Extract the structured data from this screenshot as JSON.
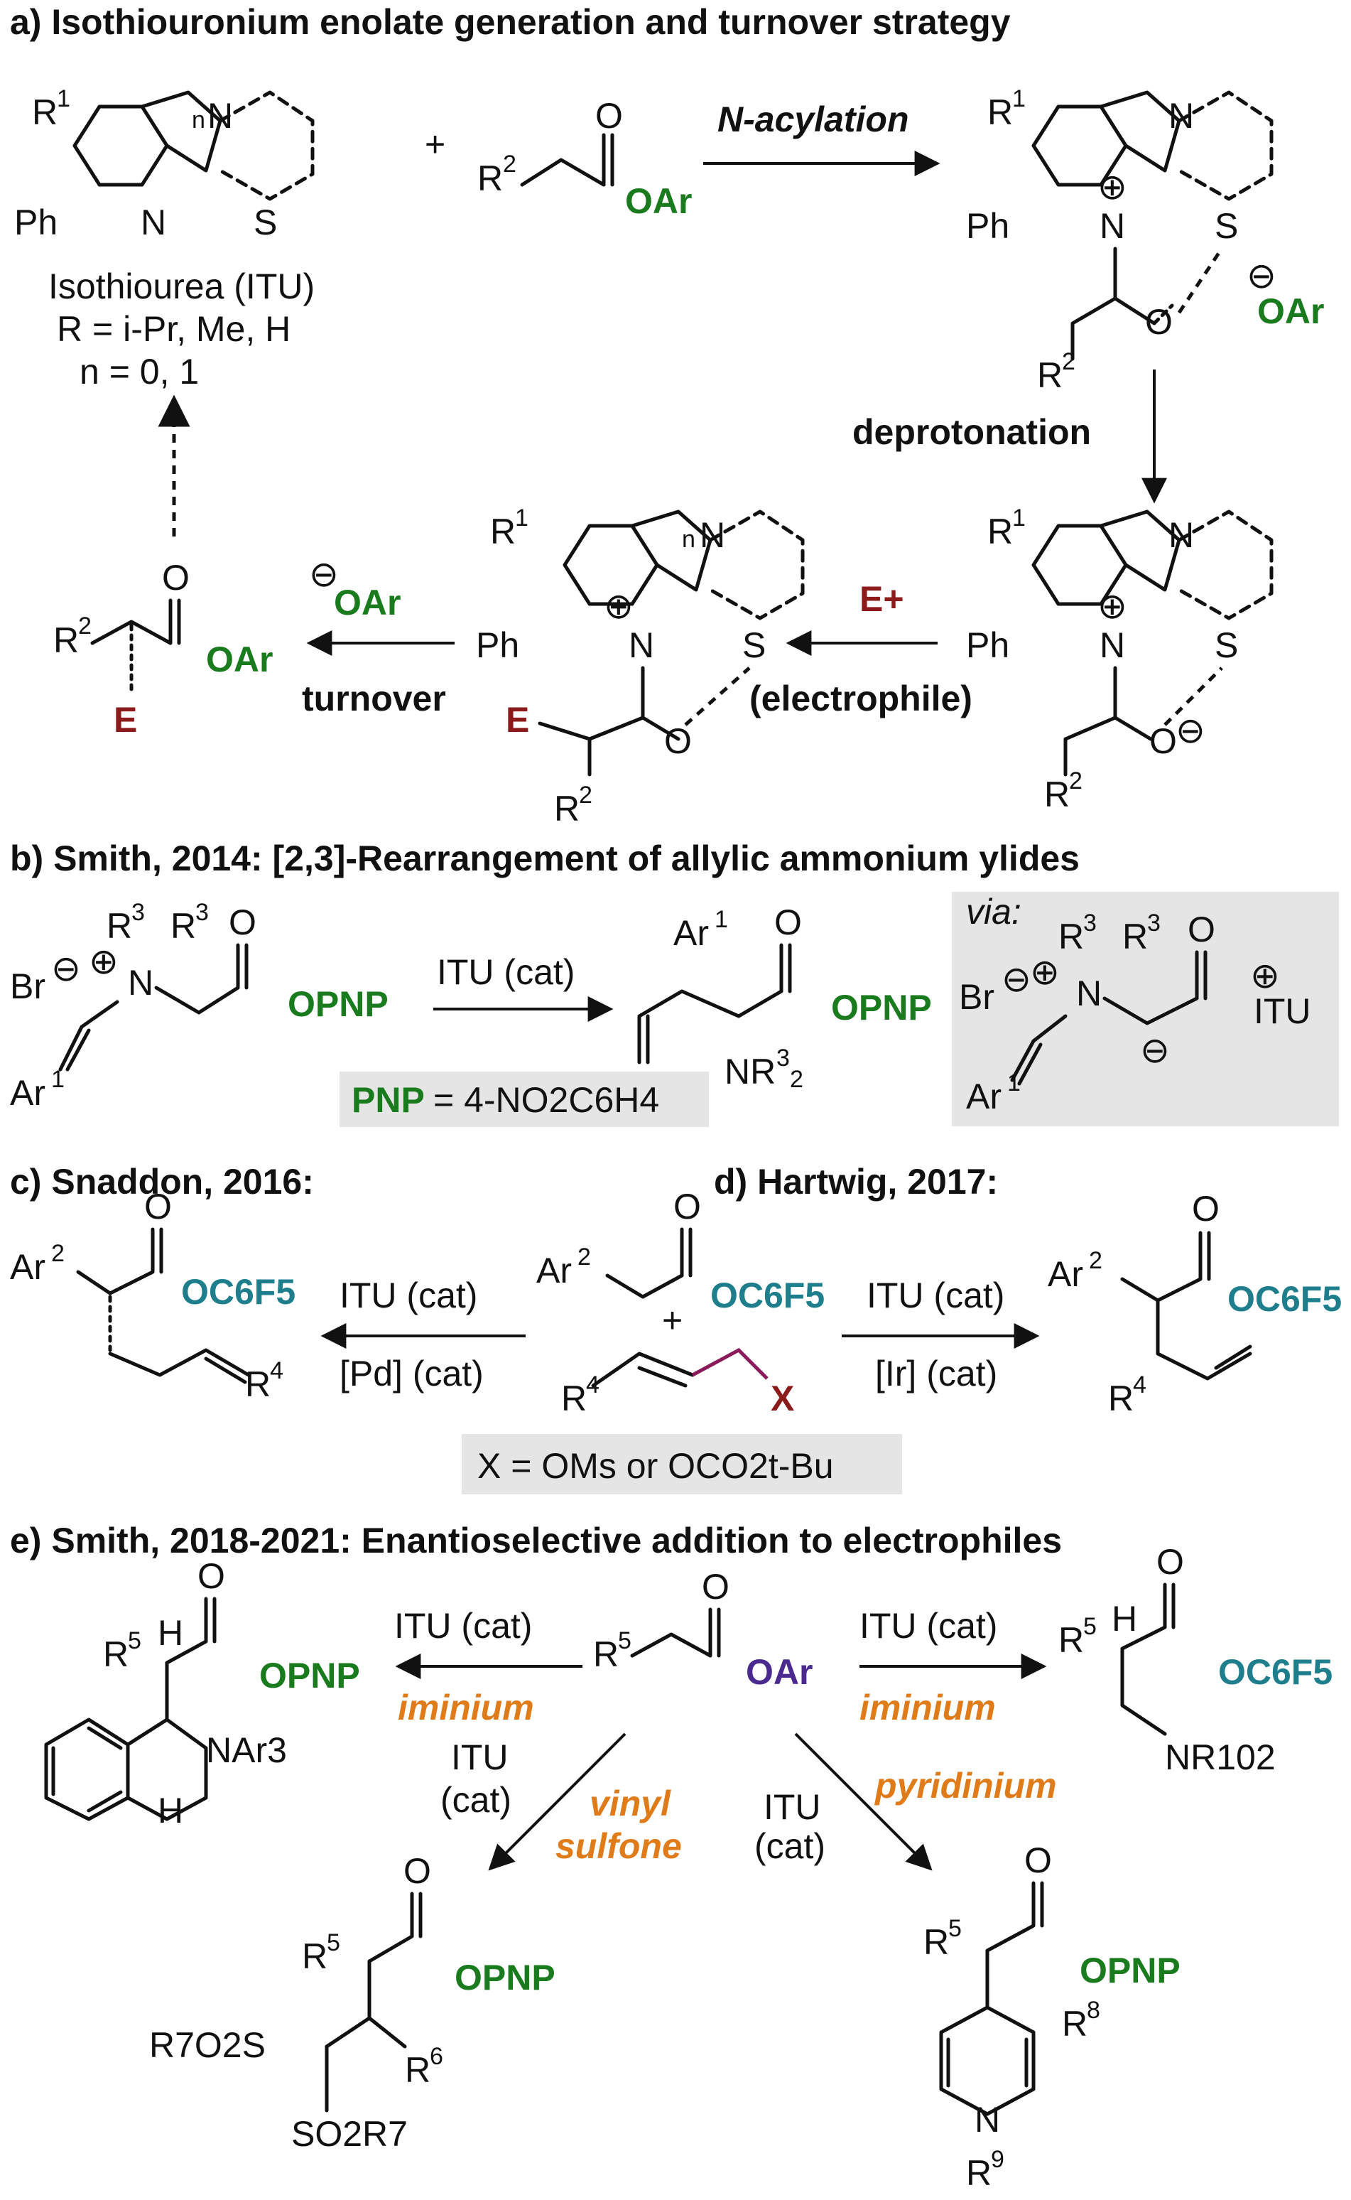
{
  "panels": {
    "a": {
      "heading": "a) Isothiouronium enolate generation and turnover strategy",
      "itu_name": "Isothiourea (ITU)",
      "itu_r_line": "R = i-Pr, Me, H",
      "itu_n_line": "n = 0, 1",
      "step_acylation": "N-acylation",
      "step_deprotonation": "deprotonation",
      "step_electrophile": "(electrophile)",
      "electrophile": "E+",
      "step_turnover": "turnover",
      "leaving_group": "OAr",
      "label_E": "E"
    },
    "b": {
      "heading": "b) Smith, 2014: [2,3]-Rearrangement of allylic ammonium ylides",
      "reagent": "ITU (cat)",
      "ester_label": "OPNP",
      "via_label": "via:",
      "pnp_abbrev": "PNP",
      "pnp_definition": "= 4-NO2C6H4",
      "counterion": "Br",
      "itu_plus": "ITU",
      "amine": "NR32"
    },
    "c": {
      "heading": "c) Snaddon, 2016:",
      "reagent_top": "ITU (cat)",
      "reagent_bottom": "[Pd] (cat)",
      "ester_label": "OC6F5"
    },
    "d": {
      "heading": "d) Hartwig, 2017:",
      "reagent_top": "ITU (cat)",
      "reagent_bottom": "[Ir] (cat)",
      "ester_label": "OC6F5",
      "x_definition": "X = OMs or OCO2t-Bu"
    },
    "e": {
      "heading": "e) Smith, 2018-2021: Enantioselective addition to electrophiles",
      "reagent": "ITU (cat)",
      "reagent_short_1": "ITU",
      "reagent_short_2": "(cat)",
      "iminium": "iminium",
      "vinyl": "vinyl",
      "sulfone": "sulfone",
      "pyridinium": "pyridinium",
      "ester_pnp": "OPNP",
      "ester_pfp": "OC6F5",
      "ester_ar": "OAr",
      "nar3": "NAr3",
      "nr10": "NR102",
      "so2r7_a": "R7O2S",
      "so2r7_b": "SO2R7"
    }
  },
  "colors": {
    "green": "#1a7a1e",
    "teal": "#1f7e8c",
    "orange": "#e07b1a",
    "dark_red": "#8b1a1a",
    "purple": "#4a2a8f",
    "gray_box": "#e5e5e5"
  }
}
